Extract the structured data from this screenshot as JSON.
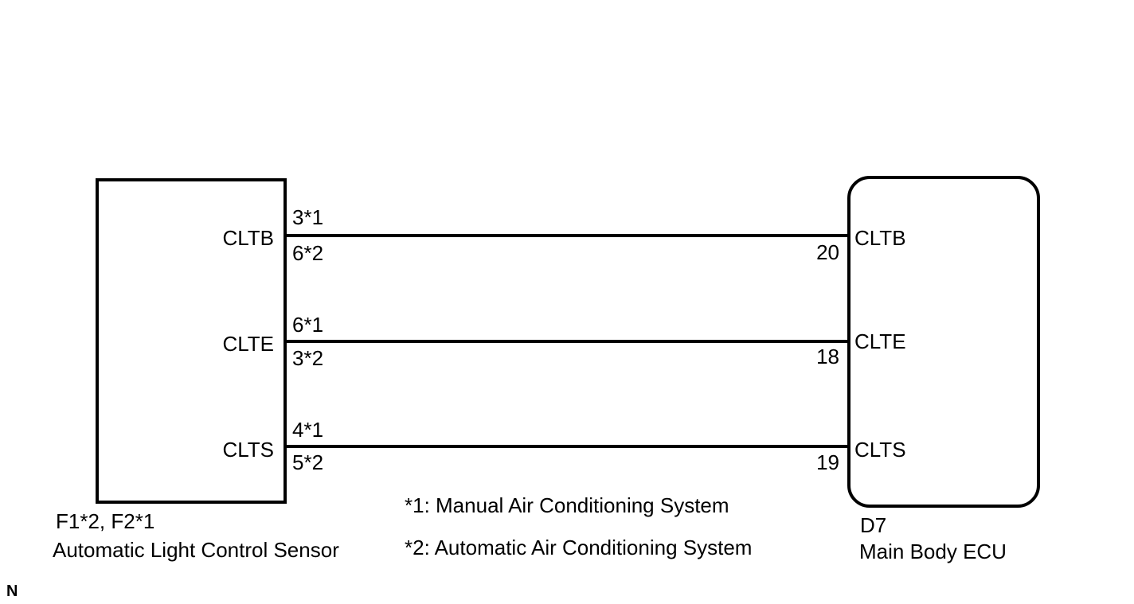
{
  "left_component": {
    "connector": "F1*2, F2*1",
    "name": "Automatic Light Control Sensor",
    "pins": [
      "CLTB",
      "CLTE",
      "CLTS"
    ]
  },
  "right_component": {
    "connector": "D7",
    "name": "Main Body ECU",
    "pins": [
      "CLTB",
      "CLTE",
      "CLTS"
    ]
  },
  "wires": [
    {
      "left_top": "3*1",
      "left_bottom": "6*2",
      "right_pin": "20"
    },
    {
      "left_top": "6*1",
      "left_bottom": "3*2",
      "right_pin": "18"
    },
    {
      "left_top": "4*1",
      "left_bottom": "5*2",
      "right_pin": "19"
    }
  ],
  "notes": [
    "*1: Manual Air Conditioning System",
    "*2: Automatic Air Conditioning System"
  ],
  "corner_mark": "N"
}
